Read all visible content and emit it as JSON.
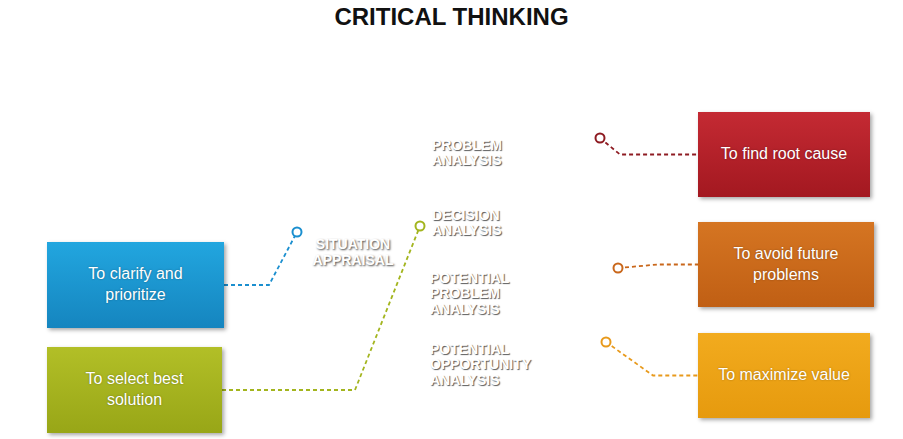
{
  "diagram": {
    "title": "CRITICAL THINKING",
    "nodes": [
      {
        "text": [
          "SITUATION APPRAISAL"
        ]
      },
      {
        "text": [
          "PROBLEM ANALYSIS"
        ],
        "in": 0
      },
      {
        "text": [
          "DECISION ANALYSIS"
        ],
        "in": 0
      },
      {
        "text": [
          "POTENTIAL PROBLEM ANALYSIS"
        ],
        "in": 0
      },
      {
        "text": [
          "POTENTIAL OPPORTUNITY ANALYSIS"
        ],
        "in": 0
      },
      {
        "text": [
          "To clarify and prioritize"
        ]
      },
      {
        "text": [
          "To select best solution"
        ]
      },
      {
        "text": [
          "To find root cause"
        ]
      },
      {
        "text": [
          "To avoid future problems"
        ]
      },
      {
        "text": [
          "To maximize value"
        ]
      }
    ],
    "edges": [
      {
        "from": 5,
        "to": 0,
        "arrow": "none"
      },
      {
        "from": 6,
        "to": 2,
        "arrow": "none"
      },
      {
        "from": 1,
        "to": 7,
        "arrow": "none"
      },
      {
        "from": 3,
        "to": 8,
        "arrow": "none"
      },
      {
        "from": 4,
        "to": 9,
        "arrow": "none"
      }
    ]
  }
}
